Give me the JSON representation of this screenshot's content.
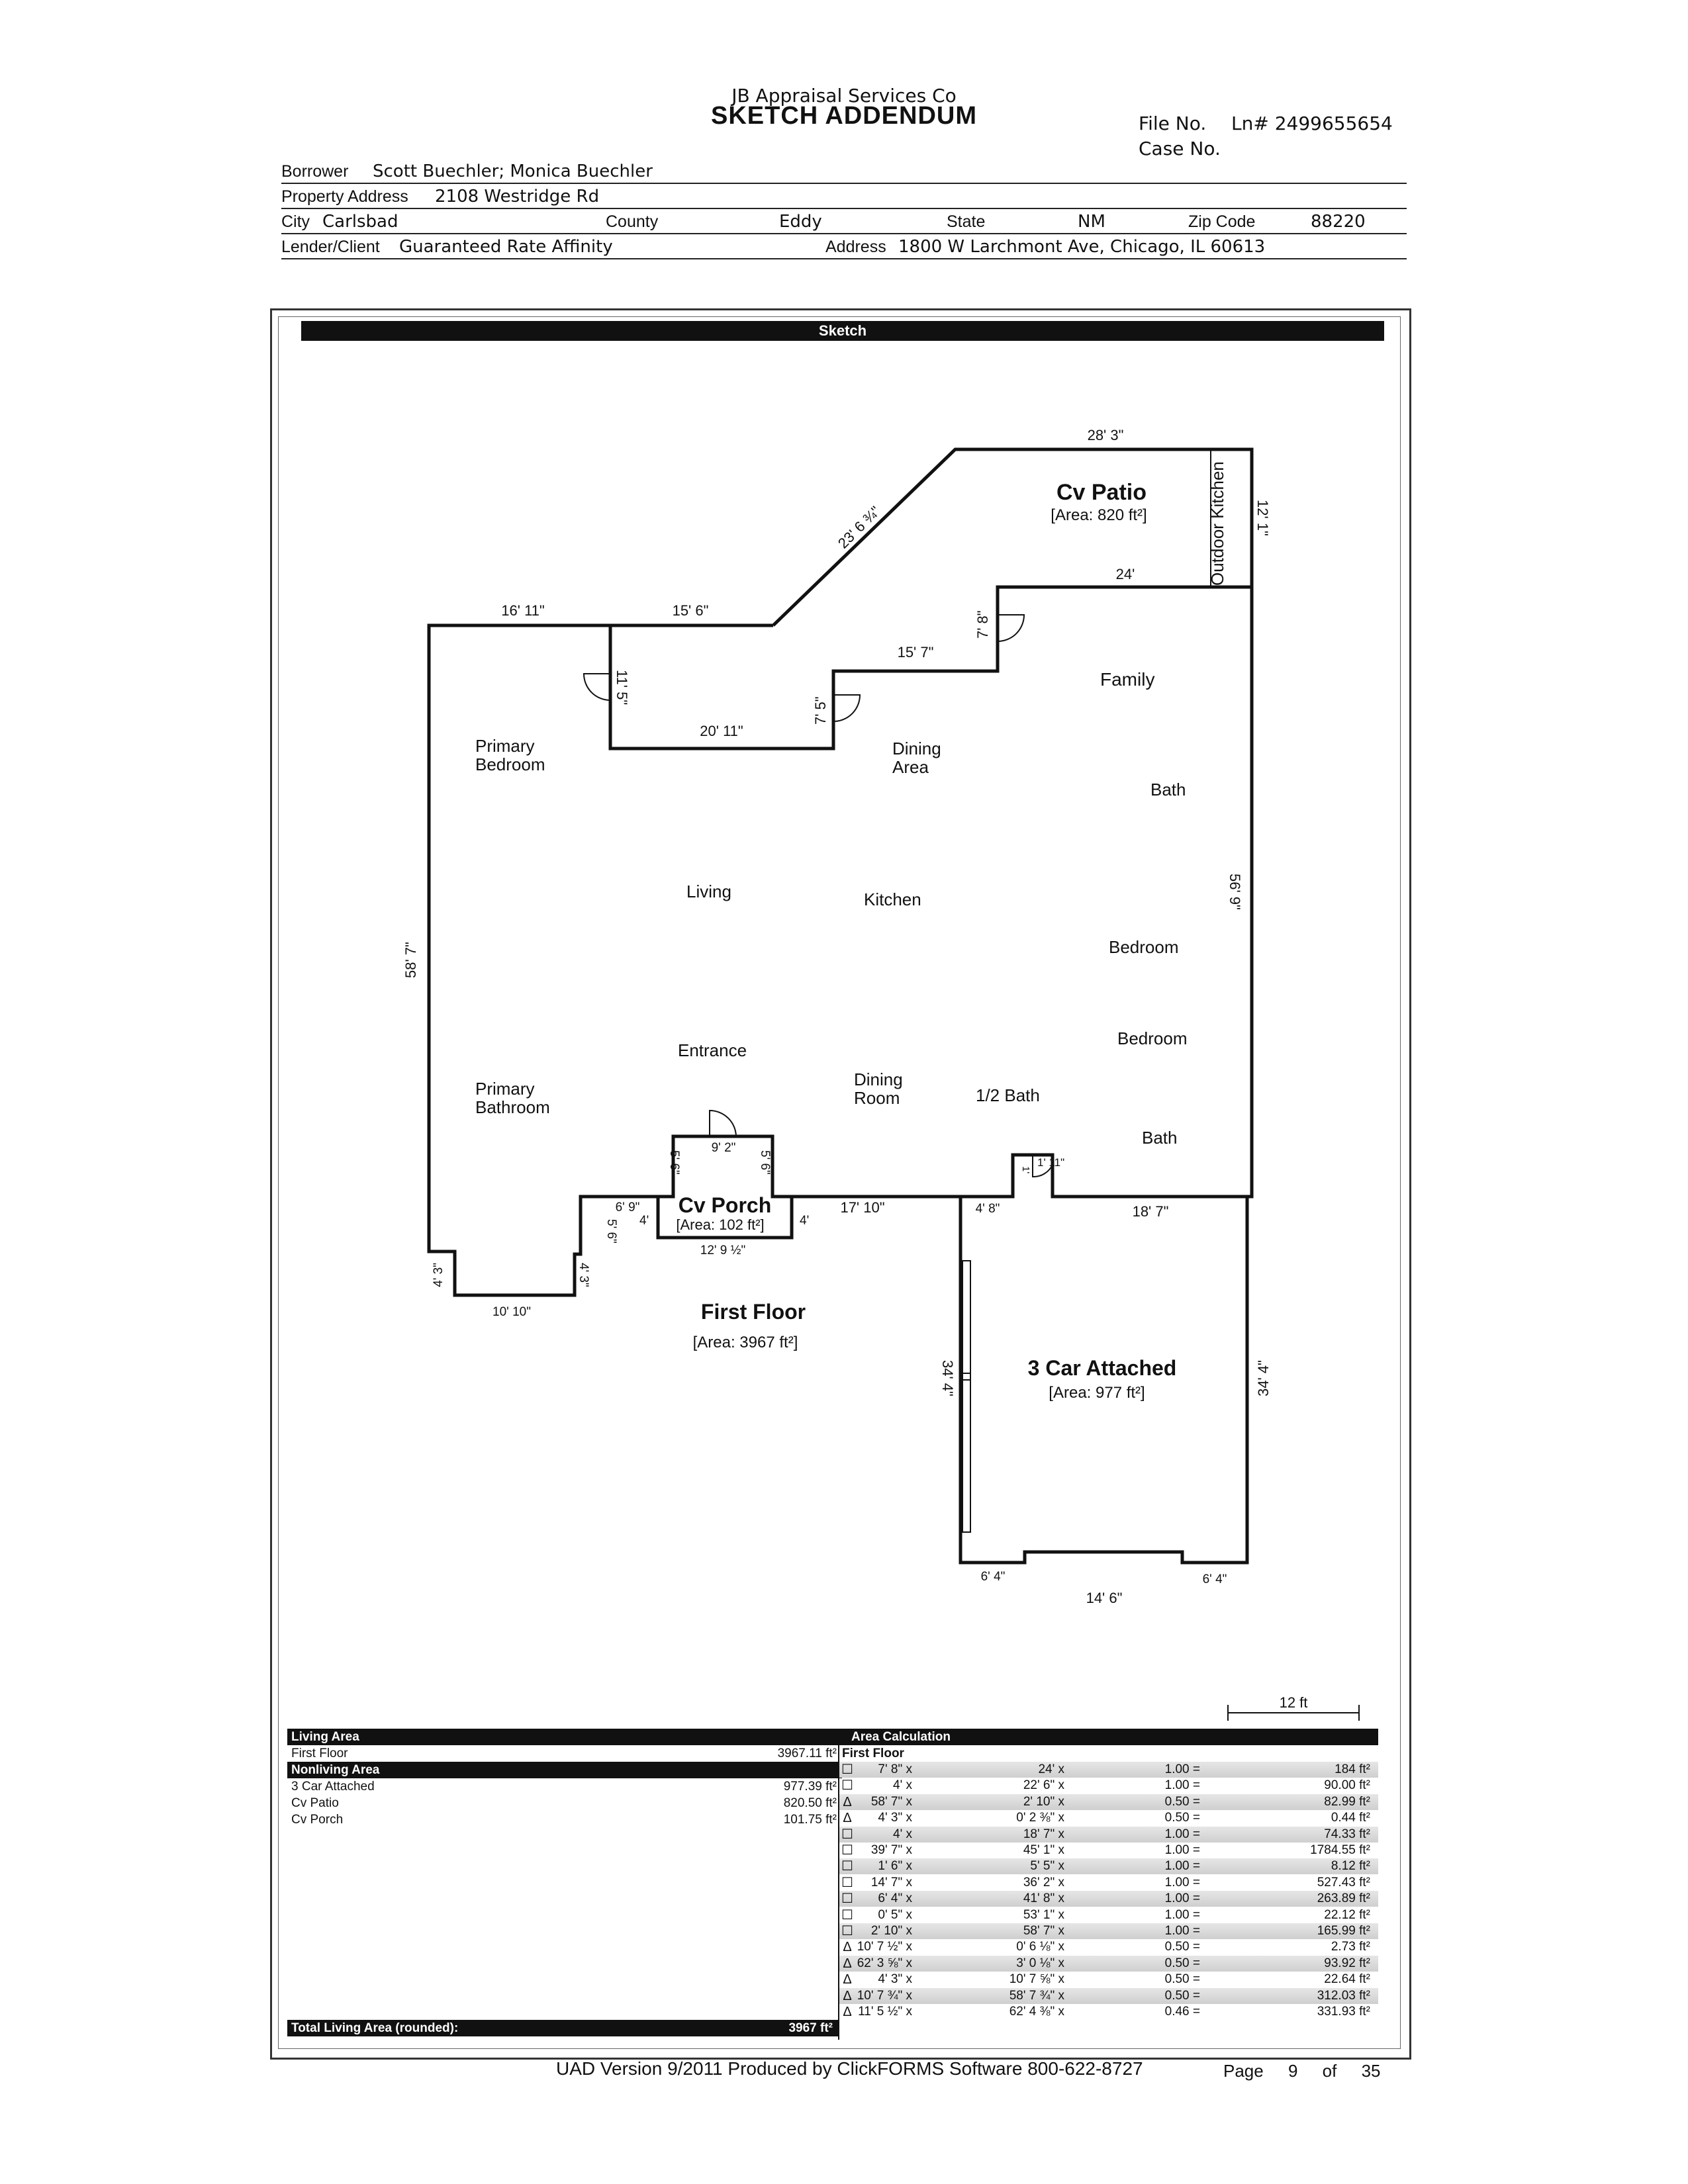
{
  "header": {
    "company": "JB Appraisal Services Co",
    "title": "SKETCH ADDENDUM",
    "file_label": "File No.",
    "file_value": "Ln# 2499655654",
    "case_label": "Case No."
  },
  "fields": {
    "borrower_label": "Borrower",
    "borrower": "Scott Buechler; Monica Buechler",
    "property_label": "Property Address",
    "property": "2108 Westridge Rd",
    "city_label": "City",
    "city": "Carlsbad",
    "county_label": "County",
    "county": "Eddy",
    "state_label": "State",
    "state": "NM",
    "zip_label": "Zip Code",
    "zip": "88220",
    "lender_label": "Lender/Client",
    "lender": "Guaranteed Rate Affinity",
    "address_label": "Address",
    "address": "1800 W Larchmont Ave, Chicago, IL 60613"
  },
  "sketch": {
    "bar_label": "Sketch",
    "rooms": [
      "Cv Patio",
      "[Area: 820 ft²]",
      "Outdoor Kitchen",
      "Family",
      "Primary Bedroom",
      "Dining Area",
      "Bath",
      "Living",
      "Kitchen",
      "Bedroom",
      "Bedroom",
      "Entrance",
      "Primary Bathroom",
      "Dining Room",
      "1/2 Bath",
      "Bath",
      "Cv Porch",
      "[Area: 102 ft²]",
      "First Floor",
      "[Area: 3967 ft²]",
      "3 Car Attached",
      "[Area: 977 ft²]"
    ],
    "dims": [
      "28' 3\"",
      "23' 6 ¾\"",
      "12' 1\"",
      "24'",
      "16' 11\"",
      "15' 6\"",
      "7' 8\"",
      "15' 7\"",
      "11' 5\"",
      "7' 5\"",
      "20' 11\"",
      "56' 9\"",
      "58' 7\"",
      "9' 2\"",
      "5' 6\"",
      "5' 6\"",
      "6' 9\"",
      "5' 6\"",
      "4'",
      "4'",
      "17' 10\"",
      "4' 8\"",
      "18' 7\"",
      "12' 9 ½\"",
      "4' 3\"",
      "4' 3\"",
      "10' 10\"",
      "34' 4\"",
      "34' 4\"",
      "6' 4\"",
      "6' 4\"",
      "14' 6\"",
      "1' 11\"",
      "1'"
    ],
    "scale_label": "12 ft"
  },
  "areas": {
    "living_header": "Living Area",
    "living": [
      {
        "name": "First Floor",
        "value": "3967.11 ft²"
      }
    ],
    "nonliving_header": "Nonliving Area",
    "nonliving": [
      {
        "name": "3 Car Attached",
        "value": "977.39 ft²"
      },
      {
        "name": "Cv Patio",
        "value": "820.50 ft²"
      },
      {
        "name": "Cv Porch",
        "value": "101.75 ft²"
      }
    ],
    "total_label": "Total Living Area (rounded):",
    "total_value": "3967 ft²",
    "calc_header": "Area Calculation",
    "calc_sub": "First Floor",
    "calc_rows": [
      {
        "shape": "square",
        "a": "7' 8\" x",
        "b": "24' x",
        "f": "1.00 =",
        "r": "184 ft²"
      },
      {
        "shape": "square",
        "a": "4' x",
        "b": "22' 6\" x",
        "f": "1.00 =",
        "r": "90.00 ft²"
      },
      {
        "shape": "triangle",
        "a": "58' 7\" x",
        "b": "2' 10\" x",
        "f": "0.50 =",
        "r": "82.99 ft²"
      },
      {
        "shape": "triangle",
        "a": "4' 3\" x",
        "b": "0' 2 ⅜\" x",
        "f": "0.50 =",
        "r": "0.44 ft²"
      },
      {
        "shape": "square",
        "a": "4' x",
        "b": "18' 7\" x",
        "f": "1.00 =",
        "r": "74.33 ft²"
      },
      {
        "shape": "square",
        "a": "39' 7\" x",
        "b": "45' 1\" x",
        "f": "1.00 =",
        "r": "1784.55 ft²"
      },
      {
        "shape": "square",
        "a": "1' 6\" x",
        "b": "5' 5\" x",
        "f": "1.00 =",
        "r": "8.12 ft²"
      },
      {
        "shape": "square",
        "a": "14' 7\" x",
        "b": "36' 2\" x",
        "f": "1.00 =",
        "r": "527.43 ft²"
      },
      {
        "shape": "square",
        "a": "6' 4\" x",
        "b": "41' 8\" x",
        "f": "1.00 =",
        "r": "263.89 ft²"
      },
      {
        "shape": "square",
        "a": "0' 5\" x",
        "b": "53' 1\" x",
        "f": "1.00 =",
        "r": "22.12 ft²"
      },
      {
        "shape": "square",
        "a": "2' 10\" x",
        "b": "58' 7\" x",
        "f": "1.00 =",
        "r": "165.99 ft²"
      },
      {
        "shape": "triangle",
        "a": "10' 7 ½\" x",
        "b": "0' 6 ⅛\" x",
        "f": "0.50 =",
        "r": "2.73 ft²"
      },
      {
        "shape": "triangle",
        "a": "62' 3 ⅝\" x",
        "b": "3' 0 ⅛\" x",
        "f": "0.50 =",
        "r": "93.92 ft²"
      },
      {
        "shape": "triangle",
        "a": "4' 3\" x",
        "b": "10' 7 ⅝\" x",
        "f": "0.50 =",
        "r": "22.64 ft²"
      },
      {
        "shape": "triangle",
        "a": "10' 7 ¾\" x",
        "b": "58' 7 ¾\" x",
        "f": "0.50 =",
        "r": "312.03 ft²"
      },
      {
        "shape": "triangle",
        "a": "11' 5 ½\" x",
        "b": "62' 4 ⅜\" x",
        "f": "0.46 =",
        "r": "331.93 ft²"
      }
    ]
  },
  "footer": {
    "produced": "UAD Version 9/2011 Produced by ClickFORMS Software 800-622-8727",
    "page_label": "Page",
    "page": "9",
    "of_label": "of",
    "total_pages": "35"
  }
}
